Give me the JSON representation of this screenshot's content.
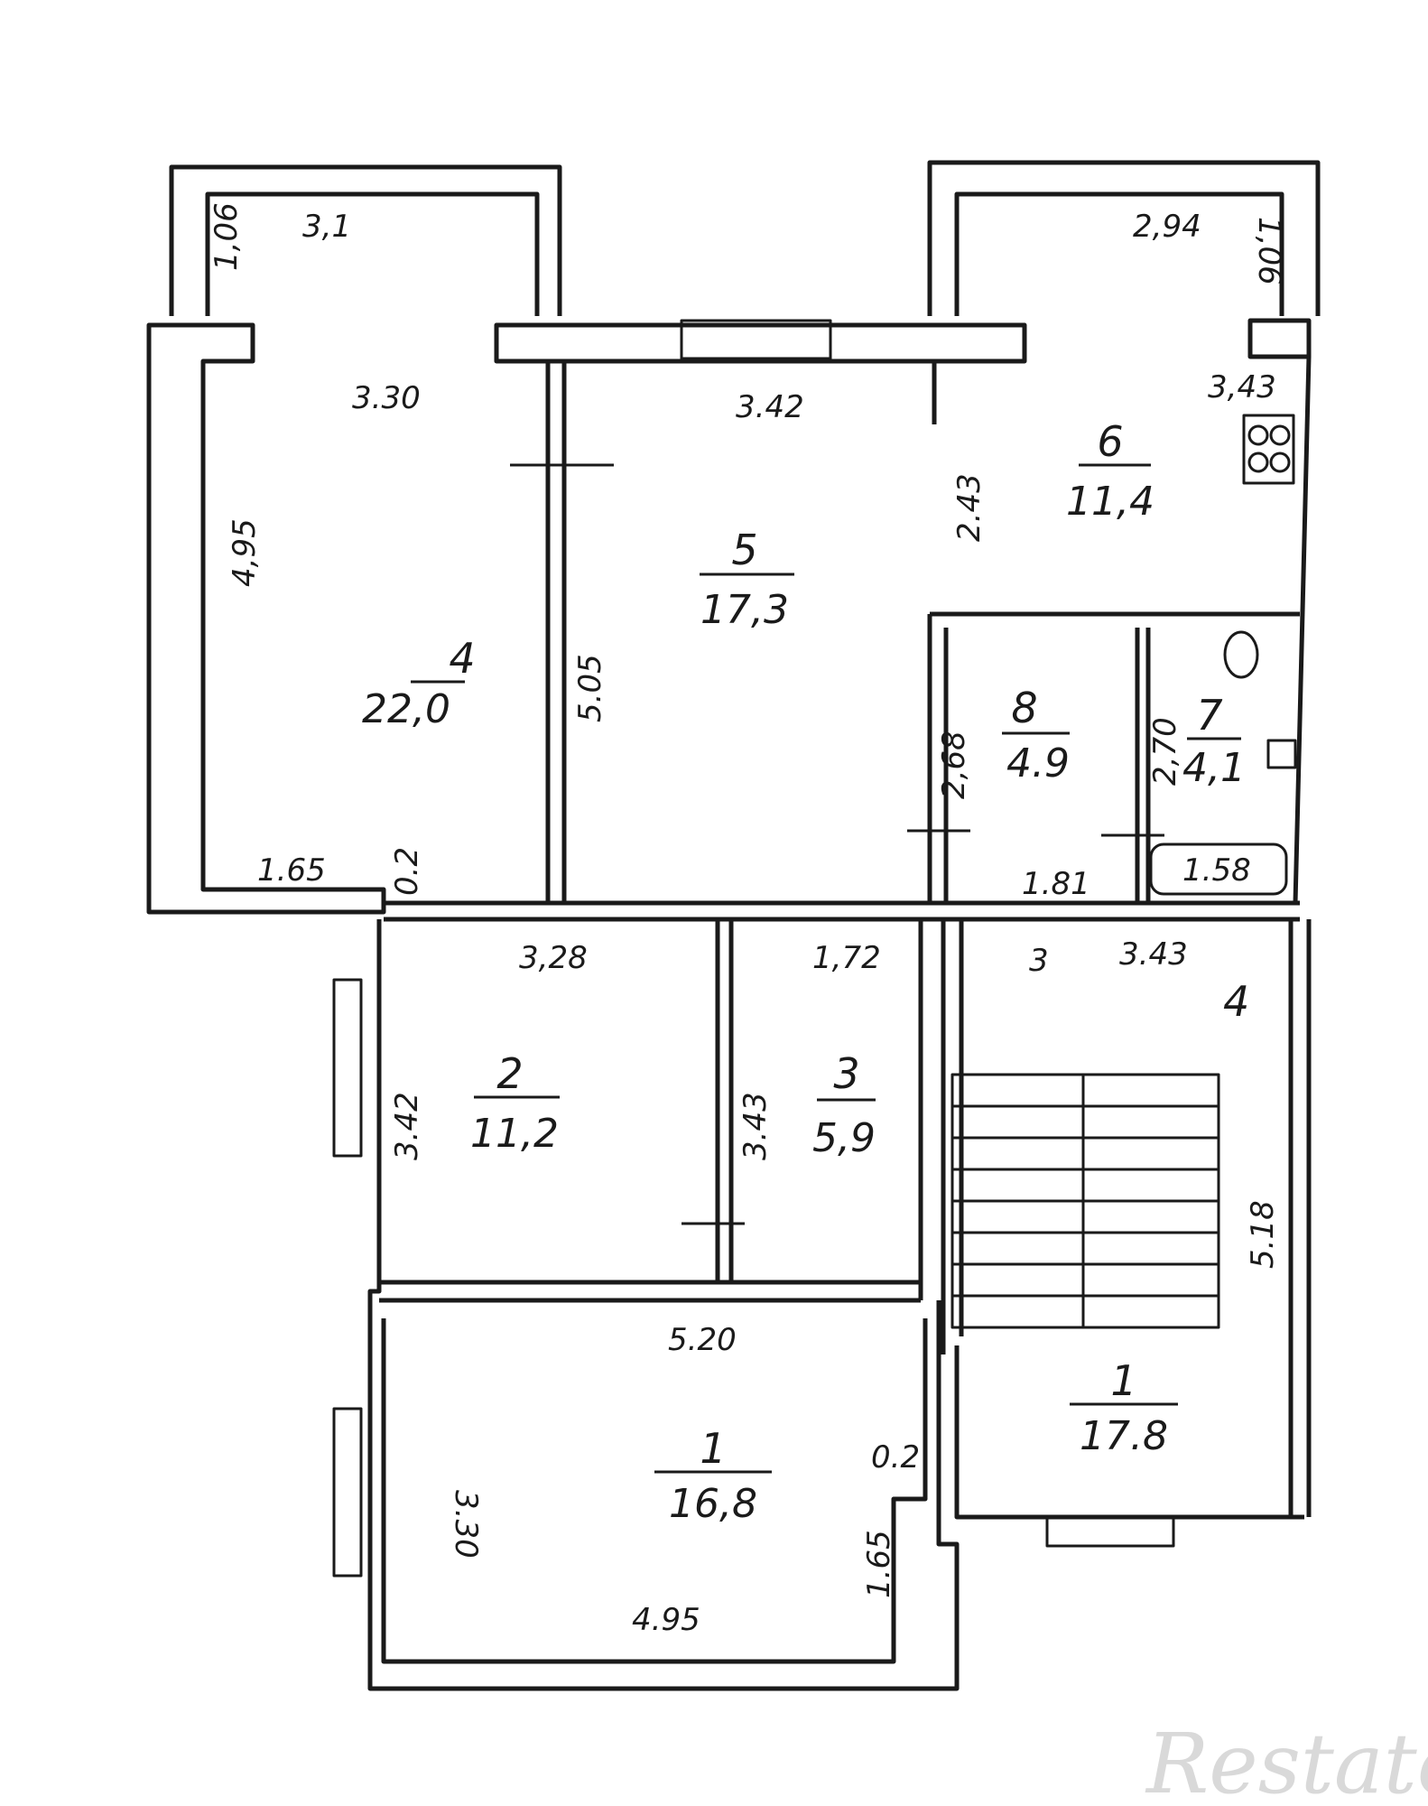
{
  "watermark": "Restate",
  "rooms": [
    {
      "id": "r4",
      "number": "4",
      "area": "22,0"
    },
    {
      "id": "r5",
      "number": "5",
      "area": "17,3"
    },
    {
      "id": "r6",
      "number": "6",
      "area": "11,4"
    },
    {
      "id": "r8",
      "number": "8",
      "area": "4.9"
    },
    {
      "id": "r7",
      "number": "7",
      "area": "4,1"
    },
    {
      "id": "r2",
      "number": "2",
      "area": "11,2"
    },
    {
      "id": "r3",
      "number": "3",
      "area": "5,9"
    },
    {
      "id": "r1",
      "number": "1",
      "area": "16,8"
    },
    {
      "id": "r1b",
      "number": "1",
      "area": "17.8"
    }
  ],
  "dimensions": [
    "1,06",
    "3,1",
    "2,94",
    "1,06",
    "3.30",
    "3.42",
    "3,43",
    "2.43",
    "4,95",
    "5.05",
    "2,68",
    "2,70",
    "1.65",
    "0.2",
    "1.81",
    "1.58",
    "3,28",
    "1,72",
    "3",
    "3.43",
    "4",
    "3.42",
    "3.43",
    "5.18",
    "5.20",
    "3.30",
    "0.2",
    "1.65",
    "4.95"
  ]
}
